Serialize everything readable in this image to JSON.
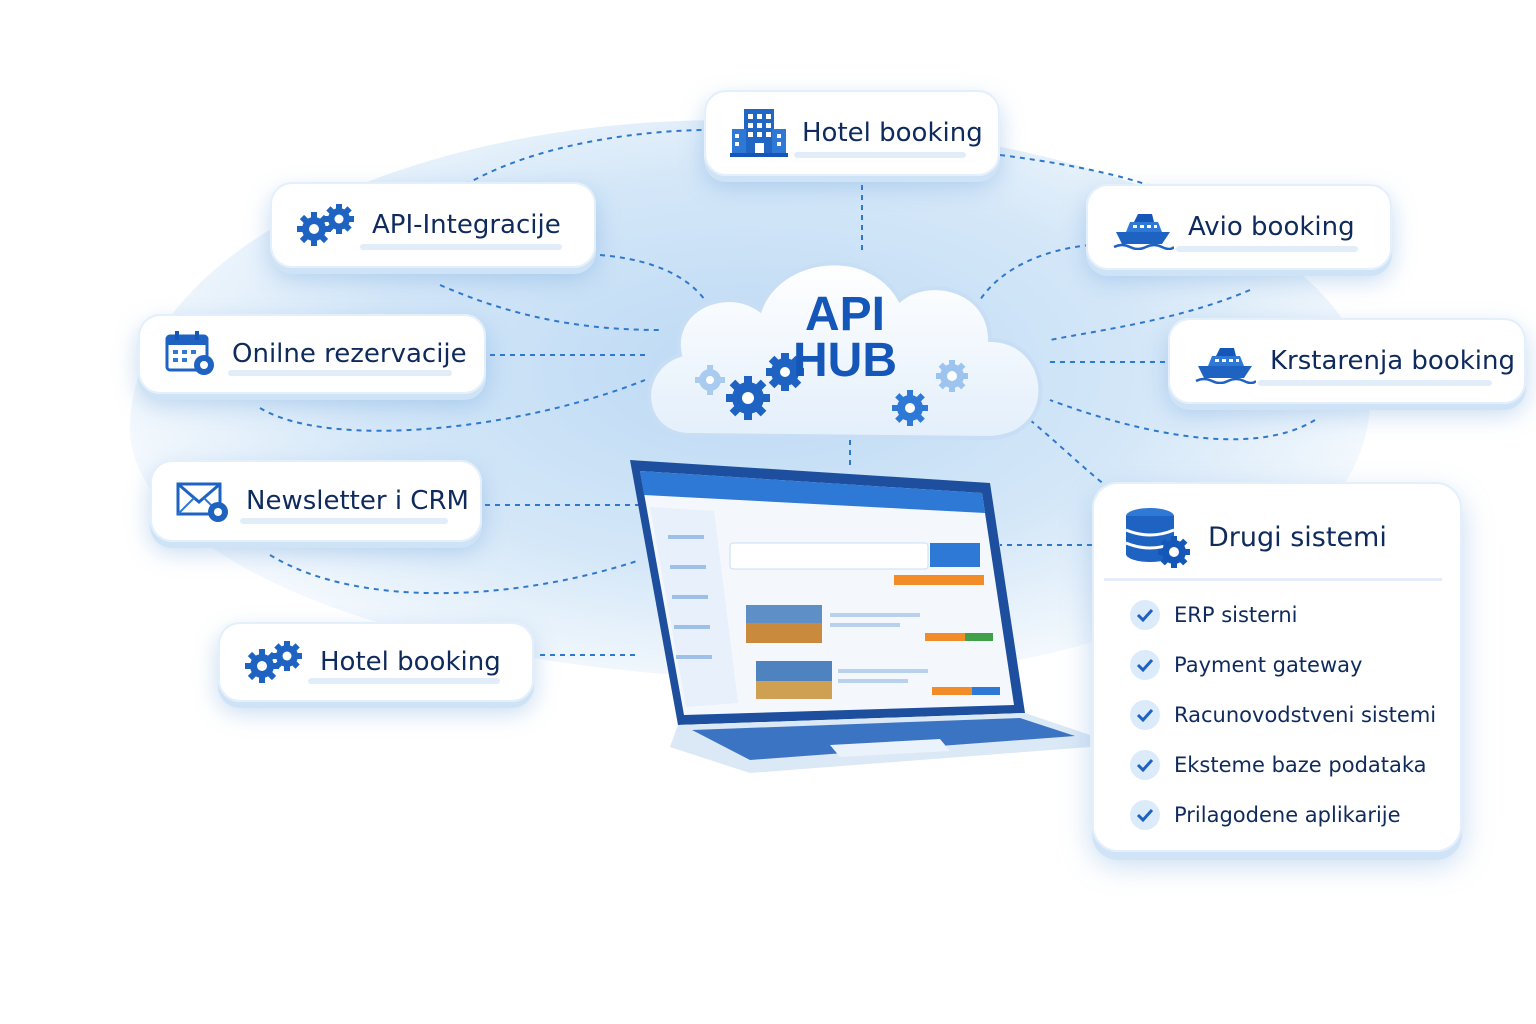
{
  "hub": {
    "line1": "API",
    "line2": "HUB"
  },
  "nodes": [
    {
      "id": "hotel-top",
      "label": "Hotel booking",
      "icon": "hotel-building-icon"
    },
    {
      "id": "api",
      "label": "API-Integracije",
      "icon": "gears-icon"
    },
    {
      "id": "avio",
      "label": "Avio booking",
      "icon": "ship-icon"
    },
    {
      "id": "online",
      "label": "Onilne rezervacije",
      "icon": "calendar-gear-icon"
    },
    {
      "id": "krstarenja",
      "label": "Krstarenja booking",
      "icon": "ship-icon"
    },
    {
      "id": "newsletter",
      "label": "Newsletter i CRM",
      "icon": "envelope-gear-icon"
    },
    {
      "id": "hotel-bottom",
      "label": "Hotel booking",
      "icon": "gears-icon"
    }
  ],
  "systems_panel": {
    "title": "Drugi sistemi",
    "icon": "database-gear-icon",
    "items": [
      "ERP sisterni",
      "Payment gateway",
      "Racunovodstveni sistemi",
      "Eksteme baze podataka",
      "Prilagodene aplikarije"
    ]
  },
  "colors": {
    "primary": "#1557b8",
    "accent": "#f28c28",
    "light": "#d4e7f8",
    "text": "#0f2a5c"
  }
}
